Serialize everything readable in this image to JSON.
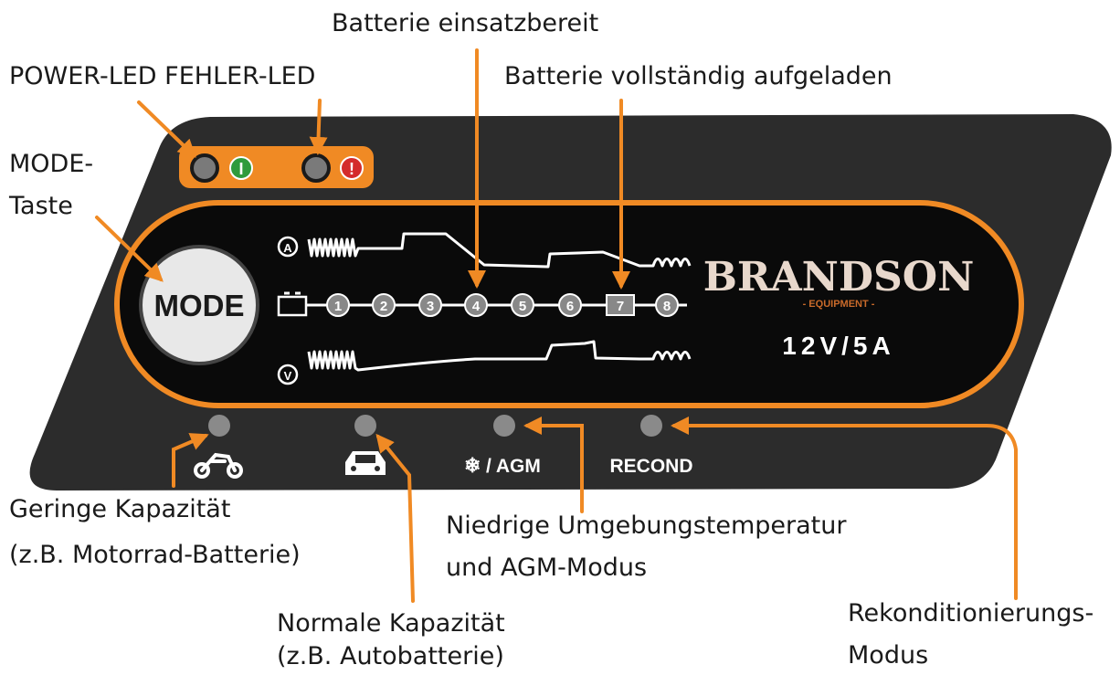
{
  "callouts": {
    "power_fehler_led": "POWER-LED FEHLER-LED",
    "mode_line1": "MODE-",
    "mode_line2": "Taste",
    "batterie_einsatzbereit": "Batterie einsatzbereit",
    "batterie_vollstaendig": "Batterie vollständig aufgeladen",
    "geringe_line1": "Geringe Kapazität",
    "geringe_line2": "(z.B. Motorrad-Batterie)",
    "normale_line1": "Normale Kapazität",
    "normale_line2": "(z.B. Autobatterie)",
    "niedrige_line1": "Niedrige Umgebungstemperatur",
    "niedrige_line2": "und AGM-Modus",
    "rekond_line1": "Rekonditionierungs-",
    "rekond_line2": "Modus"
  },
  "device": {
    "mode_button_label": "MODE",
    "brand_name": "BRANDSON",
    "brand_sub": "- EQUIPMENT -",
    "rating": "12V/5A",
    "power_symbol": "I",
    "fault_symbol": "!",
    "amp_symbol": "A",
    "volt_symbol": "V",
    "agm_label": "/ AGM",
    "recond_label": "RECOND",
    "stages": [
      "1",
      "2",
      "3",
      "4",
      "5",
      "6",
      "7",
      "8"
    ]
  },
  "colors": {
    "accent_orange": "#f08a24",
    "panel_dark": "#2c2c2c",
    "display_black": "#0a0a0a",
    "power_green": "#2f9b3c",
    "fault_red": "#d42b2b"
  }
}
